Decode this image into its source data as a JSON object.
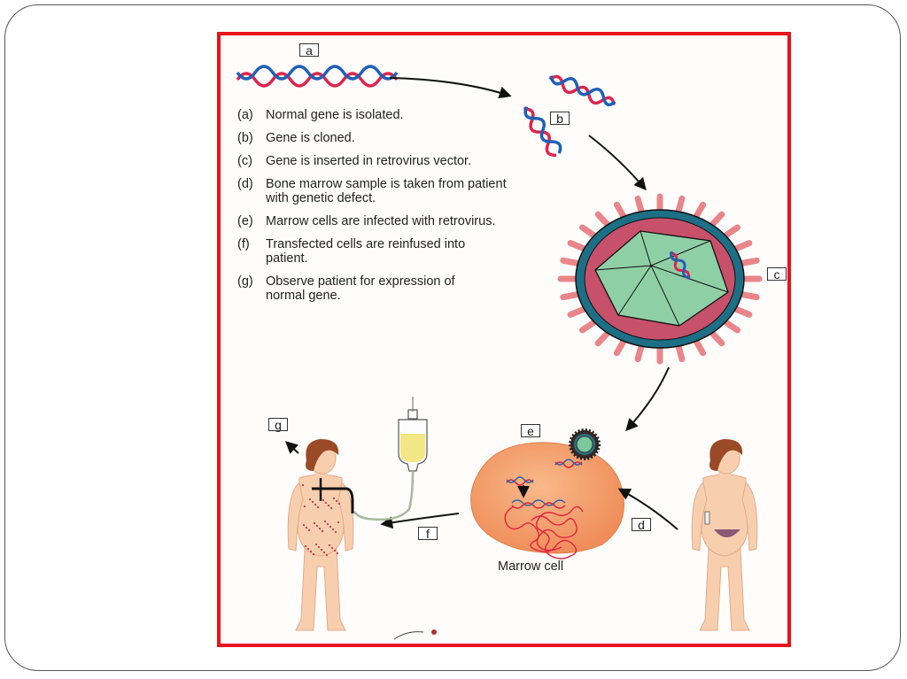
{
  "figure": {
    "title": "Gene therapy using a retrovirus vector",
    "labels": {
      "a": "a",
      "b": "b",
      "c": "c",
      "d": "d",
      "e": "e",
      "f": "f",
      "g": "g"
    },
    "steps": [
      {
        "key": "(a)",
        "text": "Normal gene is isolated."
      },
      {
        "key": "(b)",
        "text": "Gene is cloned."
      },
      {
        "key": "(c)",
        "text": "Gene is inserted in retrovirus vector."
      },
      {
        "key": "(d)",
        "text": "Bone marrow sample is taken from patient with genetic defect."
      },
      {
        "key": "(e)",
        "text": "Marrow cells are infected with retrovirus."
      },
      {
        "key": "(f)",
        "text": "Transfected cells are reinfused into patient."
      },
      {
        "key": "(g)",
        "text": "Observe patient for expression of normal gene."
      }
    ],
    "cell_caption": "Marrow cell",
    "colors": {
      "frame_border": "#e8131b",
      "dna_red": "#e0234b",
      "dna_blue": "#1f5fb8",
      "virus_envelope": "#1d6f86",
      "virus_inner": "#c7506a",
      "virus_capsid": "#8fcfa6",
      "virus_spike": "#e9868a",
      "cell_fill": "#f4a070",
      "skin": "#f8cfae",
      "hair": "#9a4a26",
      "iv_fluid": "#f2e784"
    }
  }
}
